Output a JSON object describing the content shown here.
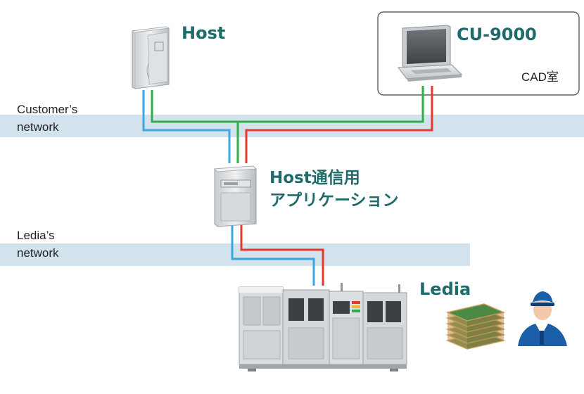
{
  "nodes": {
    "host": "Host",
    "cu9000": "CU-9000",
    "cad_room": "CAD室",
    "host_app_line1": "Host通信用",
    "host_app_line2": "アプリケーション",
    "ledia": "Ledia"
  },
  "networks": {
    "customer_line1": "Customer’s",
    "customer_line2": "network",
    "ledia_line1": "Ledia’s",
    "ledia_line2": "network"
  },
  "colors": {
    "band": "#d3e3ed",
    "blue_line": "#3aa7e0",
    "green_line": "#2fae48",
    "red_line": "#e8382c",
    "label": "#1f6a6a"
  },
  "icons": [
    "server-icon",
    "laptop-icon",
    "server-small-icon",
    "machine-icon",
    "pcb-stack-icon",
    "worker-icon"
  ]
}
